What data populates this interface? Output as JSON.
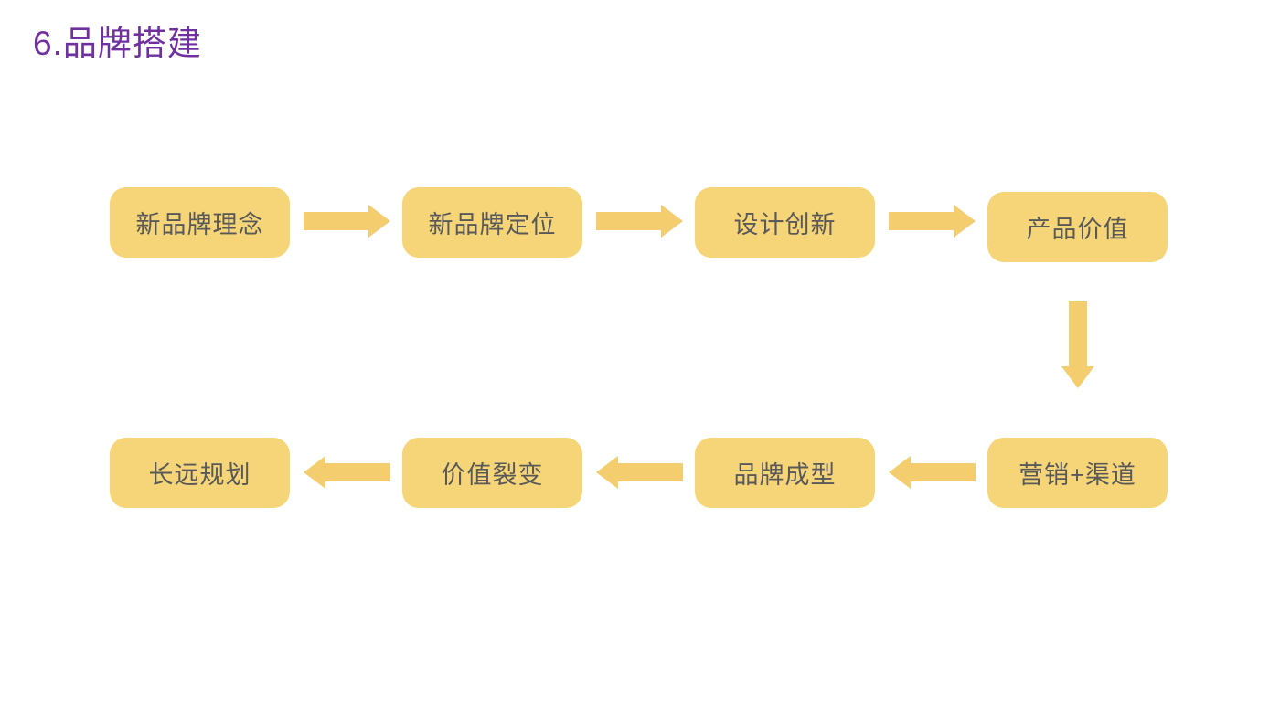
{
  "title": "6.品牌搭建",
  "colors": {
    "title_color": "#7030A0",
    "node_fill": "#F5D577",
    "arrow_fill": "#F4CE6E",
    "node_text": "#595959",
    "bg": "#FFFFFF"
  },
  "flow": {
    "top_row": [
      {
        "label": "新品牌理念"
      },
      {
        "label": "新品牌定位"
      },
      {
        "label": "设计创新"
      },
      {
        "label": "产品价值"
      }
    ],
    "bottom_row": [
      {
        "label": "长远规划"
      },
      {
        "label": "价值裂变"
      },
      {
        "label": "品牌成型"
      },
      {
        "label": "营销+渠道"
      }
    ],
    "sequence": [
      "新品牌理念",
      "新品牌定位",
      "设计创新",
      "产品价值",
      "营销+渠道",
      "品牌成型",
      "价值裂变",
      "长远规划"
    ]
  }
}
